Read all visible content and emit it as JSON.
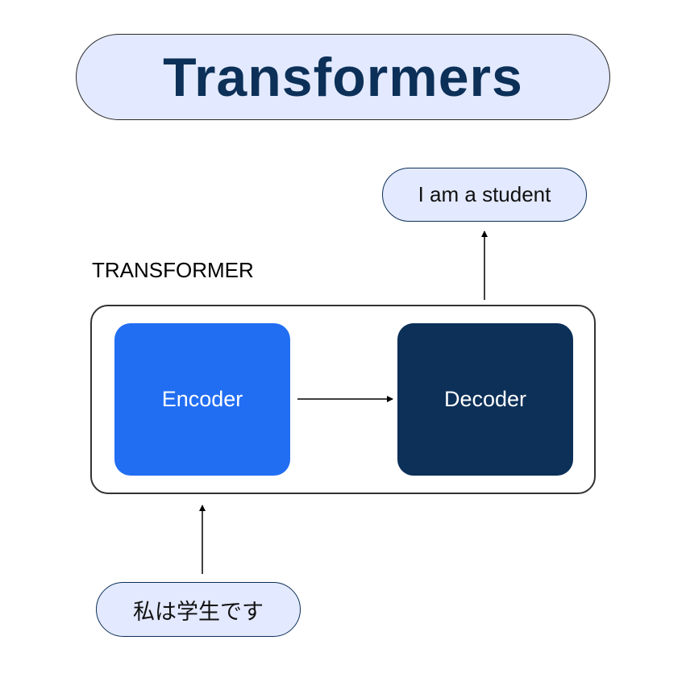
{
  "title": "Transformers",
  "output_text": "I am a student",
  "container_label": "TRANSFORMER",
  "encoder_label": "Encoder",
  "decoder_label": "Decoder",
  "input_text": "私は学生です",
  "colors": {
    "encoder": "#226ef3",
    "decoder": "#0c3058",
    "pill": "#e3e9ff",
    "title_text": "#0c3058"
  }
}
